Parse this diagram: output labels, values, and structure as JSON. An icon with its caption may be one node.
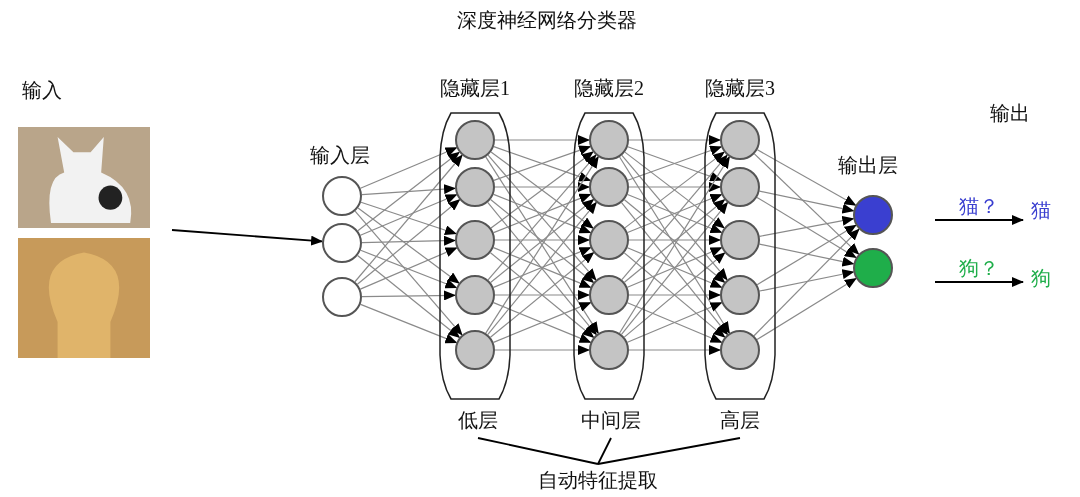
{
  "diagram": {
    "title": "深度神经网络分类器",
    "nodes": [
      {
        "text": [],
        "shape": "picture"
      },
      {
        "text": [],
        "shape": "picture"
      },
      {
        "text": [],
        "shape": "circle"
      },
      {
        "text": [],
        "shape": "circle"
      },
      {
        "text": [],
        "shape": "circle"
      },
      {
        "text": [
          "隐藏层1"
        ]
      },
      {
        "text": [],
        "shape": "circle",
        "in": 5
      },
      {
        "text": [],
        "shape": "circle",
        "in": 5
      },
      {
        "text": [],
        "shape": "circle",
        "in": 5
      },
      {
        "text": [],
        "shape": "circle",
        "in": 5
      },
      {
        "text": [],
        "shape": "circle",
        "in": 5
      },
      {
        "text": [
          "隐藏层2"
        ]
      },
      {
        "text": [],
        "shape": "circle",
        "in": 11
      },
      {
        "text": [],
        "shape": "circle",
        "in": 11
      },
      {
        "text": [],
        "shape": "circle",
        "in": 11
      },
      {
        "text": [],
        "shape": "circle",
        "in": 11
      },
      {
        "text": [],
        "shape": "circle",
        "in": 11
      },
      {
        "text": [
          "隐藏层3"
        ]
      },
      {
        "text": [],
        "shape": "circle",
        "in": 17
      },
      {
        "text": [],
        "shape": "circle",
        "in": 17
      },
      {
        "text": [],
        "shape": "circle",
        "in": 17
      },
      {
        "text": [],
        "shape": "circle",
        "in": 17
      },
      {
        "text": [],
        "shape": "circle",
        "in": 17
      },
      {
        "text": [],
        "shape": "circle"
      },
      {
        "text": [],
        "shape": "circle"
      },
      {
        "text": [
          "猫"
        ]
      },
      {
        "text": [
          "狗"
        ]
      },
      {
        "text": [
          "低层"
        ]
      },
      {
        "text": [
          "中间层"
        ]
      },
      {
        "text": [
          "高层"
        ]
      },
      {
        "text": [
          "自动特征提取"
        ]
      }
    ],
    "edges": [
      {
        "from": 2,
        "to": 6,
        "arrow": "to"
      },
      {
        "from": 2,
        "to": 7,
        "arrow": "to"
      },
      {
        "from": 2,
        "to": 8,
        "arrow": "to"
      },
      {
        "from": 2,
        "to": 9,
        "arrow": "to"
      },
      {
        "from": 2,
        "to": 10,
        "arrow": "to"
      },
      {
        "from": 3,
        "to": 6,
        "arrow": "to"
      },
      {
        "from": 3,
        "to": 7,
        "arrow": "to"
      },
      {
        "from": 3,
        "to": 8,
        "arrow": "to"
      },
      {
        "from": 3,
        "to": 9,
        "arrow": "to"
      },
      {
        "from": 3,
        "to": 10,
        "arrow": "to"
      },
      {
        "from": 4,
        "to": 6,
        "arrow": "to"
      },
      {
        "from": 4,
        "to": 7,
        "arrow": "to"
      },
      {
        "from": 4,
        "to": 8,
        "arrow": "to"
      },
      {
        "from": 4,
        "to": 9,
        "arrow": "to"
      },
      {
        "from": 4,
        "to": 10,
        "arrow": "to"
      },
      {
        "from": 6,
        "to": 12,
        "arrow": "to"
      },
      {
        "from": 6,
        "to": 13,
        "arrow": "to"
      },
      {
        "from": 6,
        "to": 14,
        "arrow": "to"
      },
      {
        "from": 6,
        "to": 15,
        "arrow": "to"
      },
      {
        "from": 6,
        "to": 16,
        "arrow": "to"
      },
      {
        "from": 7,
        "to": 12,
        "arrow": "to"
      },
      {
        "from": 7,
        "to": 13,
        "arrow": "to"
      },
      {
        "from": 7,
        "to": 14,
        "arrow": "to"
      },
      {
        "from": 7,
        "to": 15,
        "arrow": "to"
      },
      {
        "from": 7,
        "to": 16,
        "arrow": "to"
      },
      {
        "from": 8,
        "to": 12,
        "arrow": "to"
      },
      {
        "from": 8,
        "to": 13,
        "arrow": "to"
      },
      {
        "from": 8,
        "to": 14,
        "arrow": "to"
      },
      {
        "from": 8,
        "to": 15,
        "arrow": "to"
      },
      {
        "from": 8,
        "to": 16,
        "arrow": "to"
      },
      {
        "from": 9,
        "to": 12,
        "arrow": "to"
      },
      {
        "from": 9,
        "to": 13,
        "arrow": "to"
      },
      {
        "from": 9,
        "to": 14,
        "arrow": "to"
      },
      {
        "from": 9,
        "to": 15,
        "arrow": "to"
      },
      {
        "from": 9,
        "to": 16,
        "arrow": "to"
      },
      {
        "from": 10,
        "to": 12,
        "arrow": "to"
      },
      {
        "from": 10,
        "to": 13,
        "arrow": "to"
      },
      {
        "from": 10,
        "to": 14,
        "arrow": "to"
      },
      {
        "from": 10,
        "to": 15,
        "arrow": "to"
      },
      {
        "from": 10,
        "to": 16,
        "arrow": "to"
      },
      {
        "from": 12,
        "to": 18,
        "arrow": "to"
      },
      {
        "from": 12,
        "to": 19,
        "arrow": "to"
      },
      {
        "from": 12,
        "to": 20,
        "arrow": "to"
      },
      {
        "from": 12,
        "to": 21,
        "arrow": "to"
      },
      {
        "from": 12,
        "to": 22,
        "arrow": "to"
      },
      {
        "from": 13,
        "to": 18,
        "arrow": "to"
      },
      {
        "from": 13,
        "to": 19,
        "arrow": "to"
      },
      {
        "from": 13,
        "to": 20,
        "arrow": "to"
      },
      {
        "from": 13,
        "to": 21,
        "arrow": "to"
      },
      {
        "from": 13,
        "to": 22,
        "arrow": "to"
      },
      {
        "from": 14,
        "to": 18,
        "arrow": "to"
      },
      {
        "from": 14,
        "to": 19,
        "arrow": "to"
      },
      {
        "from": 14,
        "to": 20,
        "arrow": "to"
      },
      {
        "from": 14,
        "to": 21,
        "arrow": "to"
      },
      {
        "from": 14,
        "to": 22,
        "arrow": "to"
      },
      {
        "from": 15,
        "to": 18,
        "arrow": "to"
      },
      {
        "from": 15,
        "to": 19,
        "arrow": "to"
      },
      {
        "from": 15,
        "to": 20,
        "arrow": "to"
      },
      {
        "from": 15,
        "to": 21,
        "arrow": "to"
      },
      {
        "from": 15,
        "to": 22,
        "arrow": "to"
      },
      {
        "from": 16,
        "to": 18,
        "arrow": "to"
      },
      {
        "from": 16,
        "to": 19,
        "arrow": "to"
      },
      {
        "from": 16,
        "to": 20,
        "arrow": "to"
      },
      {
        "from": 16,
        "to": 21,
        "arrow": "to"
      },
      {
        "from": 16,
        "to": 22,
        "arrow": "to"
      },
      {
        "from": 18,
        "to": 23,
        "arrow": "to"
      },
      {
        "from": 18,
        "to": 24,
        "arrow": "to"
      },
      {
        "from": 19,
        "to": 23,
        "arrow": "to"
      },
      {
        "from": 19,
        "to": 24,
        "arrow": "to"
      },
      {
        "from": 20,
        "to": 23,
        "arrow": "to"
      },
      {
        "from": 20,
        "to": 24,
        "arrow": "to"
      },
      {
        "from": 21,
        "to": 23,
        "arrow": "to"
      },
      {
        "from": 21,
        "to": 24,
        "arrow": "to"
      },
      {
        "from": 22,
        "to": 23,
        "arrow": "to"
      },
      {
        "from": 22,
        "to": 24,
        "arrow": "to"
      },
      {
        "from": null,
        "to": 3,
        "arrow": "to",
        "color": "#000000"
      },
      {
        "from": null,
        "to": 25,
        "arrow": "to",
        "label": "猫？",
        "color": "#000000"
      },
      {
        "from": null,
        "to": 26,
        "arrow": "to",
        "label": "狗？",
        "color": "#000000"
      },
      {
        "from": 27,
        "to": 30,
        "arrow": "none",
        "color": "#000000"
      },
      {
        "from": 28,
        "to": 30,
        "arrow": "none",
        "color": "#000000"
      },
      {
        "from": 29,
        "to": 30,
        "arrow": "none",
        "color": "#000000"
      }
    ],
    "labels": [
      "输入",
      "输入层",
      "输出层",
      "输出"
    ]
  }
}
